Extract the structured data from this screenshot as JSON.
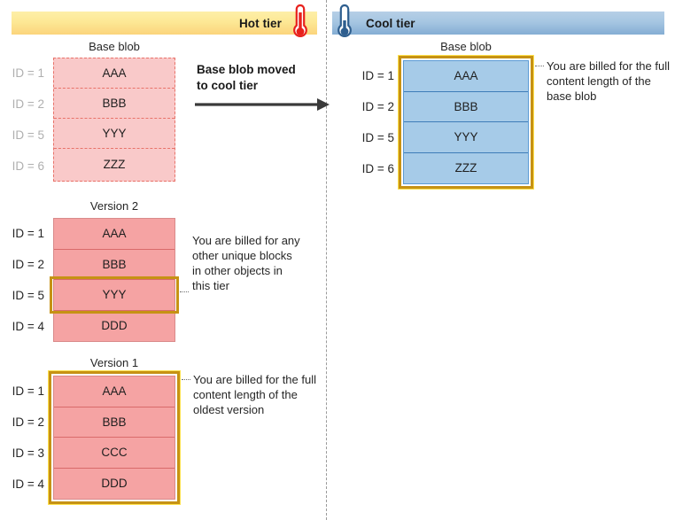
{
  "tiers": {
    "hot": {
      "label": "Hot tier",
      "icon": "thermometer-hot-icon",
      "color": "#FBD47C"
    },
    "cool": {
      "label": "Cool tier",
      "icon": "thermometer-cool-icon",
      "color": "#A6C6E2"
    }
  },
  "transition": {
    "caption_line1": "Base blob moved",
    "caption_line2": "to cool tier",
    "arrow": "right-arrow-icon"
  },
  "hot_tier": {
    "base_blob": {
      "title": "Base blob",
      "state": "moved-out",
      "fill": "#F9C9C9",
      "border": "#E8736A",
      "rows": [
        {
          "id": "ID = 1",
          "block": "AAA"
        },
        {
          "id": "ID = 2",
          "block": "BBB"
        },
        {
          "id": "ID = 5",
          "block": "YYY"
        },
        {
          "id": "ID = 6",
          "block": "ZZZ"
        }
      ]
    },
    "version2": {
      "title": "Version 2",
      "fill": "#F5A3A3",
      "rows": [
        {
          "id": "ID = 1",
          "block": "AAA",
          "highlighted": false
        },
        {
          "id": "ID = 2",
          "block": "BBB",
          "highlighted": false
        },
        {
          "id": "ID = 5",
          "block": "YYY",
          "highlighted": true
        },
        {
          "id": "ID = 4",
          "block": "DDD",
          "highlighted": false
        }
      ],
      "annotation": "You are billed for any other unique blocks in other objects in this tier"
    },
    "version1": {
      "title": "Version 1",
      "fill": "#F5A3A3",
      "highlighted": true,
      "rows": [
        {
          "id": "ID = 1",
          "block": "AAA"
        },
        {
          "id": "ID = 2",
          "block": "BBB"
        },
        {
          "id": "ID = 3",
          "block": "CCC"
        },
        {
          "id": "ID = 4",
          "block": "DDD"
        }
      ],
      "annotation": "You are billed for the full content length of the oldest version"
    }
  },
  "cool_tier": {
    "base_blob": {
      "title": "Base blob",
      "fill": "#A6CBE8",
      "highlighted": true,
      "rows": [
        {
          "id": "ID = 1",
          "block": "AAA"
        },
        {
          "id": "ID = 2",
          "block": "BBB"
        },
        {
          "id": "ID = 5",
          "block": "YYY"
        },
        {
          "id": "ID = 6",
          "block": "ZZZ"
        }
      ],
      "annotation": "You are billed for the full content length of the base blob"
    }
  },
  "highlight_color": "#C69214"
}
